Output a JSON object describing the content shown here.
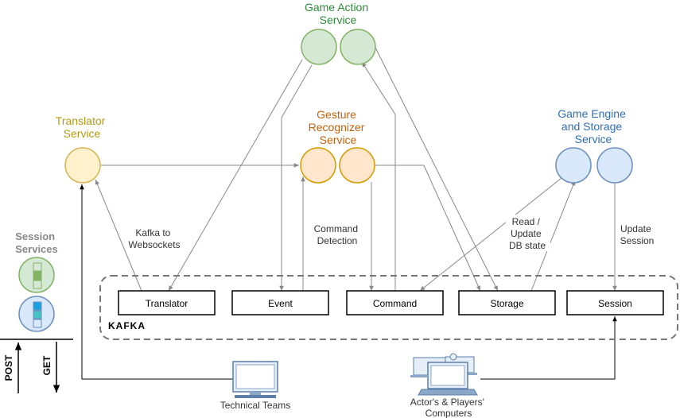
{
  "services": {
    "game_action": {
      "line1": "Game Action",
      "line2": "Service",
      "color": "#2e8b3a",
      "fill": "#d5e8d4",
      "stroke": "#82b366"
    },
    "translator": {
      "line1": "Translator",
      "line2": "Service",
      "color": "#b59b12",
      "fill": "#fff2cc",
      "stroke": "#d6b656"
    },
    "gesture": {
      "line1": "Gesture",
      "line2": "Recognizer",
      "line3": "Service",
      "color": "#c4620b",
      "fill": "#ffe6cc",
      "stroke": "#d79b00"
    },
    "game_engine": {
      "line1": "Game Engine",
      "line2": "and Storage",
      "line3": "Service",
      "color": "#2f6fb5",
      "fill": "#dae8fc",
      "stroke": "#6c8ebf"
    },
    "session": {
      "line1": "Session",
      "line2": "Services",
      "color": "#888888"
    }
  },
  "edge_labels": {
    "kafka_ws_1": "Kafka to",
    "kafka_ws_2": "Websockets",
    "cmd_det_1": "Command",
    "cmd_det_2": "Detection",
    "read_1": "Read /",
    "read_2": "Update",
    "read_3": "DB state",
    "upd_1": "Update",
    "upd_2": "Session"
  },
  "kafka": {
    "label": "KAFKA",
    "topics": [
      "Translator",
      "Event",
      "Command",
      "Storage",
      "Session"
    ]
  },
  "http": {
    "post": "POST",
    "get": "GET"
  },
  "clients": {
    "technical_teams": "Technical Teams",
    "players_1": "Actor's & Players'",
    "players_2": "Computers"
  }
}
